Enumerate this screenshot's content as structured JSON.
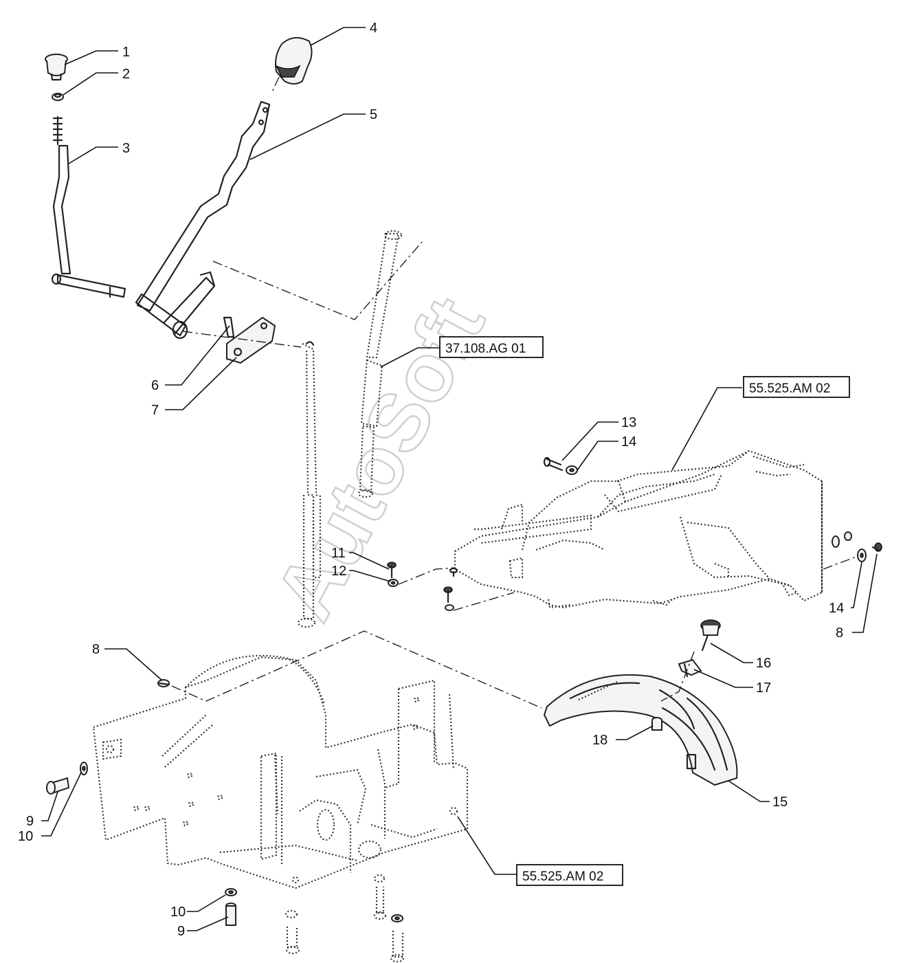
{
  "watermark": "AutoSoft",
  "callouts": [
    "1",
    "2",
    "3",
    "4",
    "5",
    "6",
    "7",
    "8",
    "9",
    "10",
    "11",
    "12",
    "13",
    "14",
    "15",
    "16",
    "17",
    "18"
  ],
  "callout_repeats": {
    "c8b": "8",
    "c9b": "9",
    "c10b": "10",
    "c14b": "14"
  },
  "references": {
    "ref_top": "37.108.AG 01",
    "ref_mid": "55.525.AM 02",
    "ref_bottom": "55.525.AM 02"
  }
}
